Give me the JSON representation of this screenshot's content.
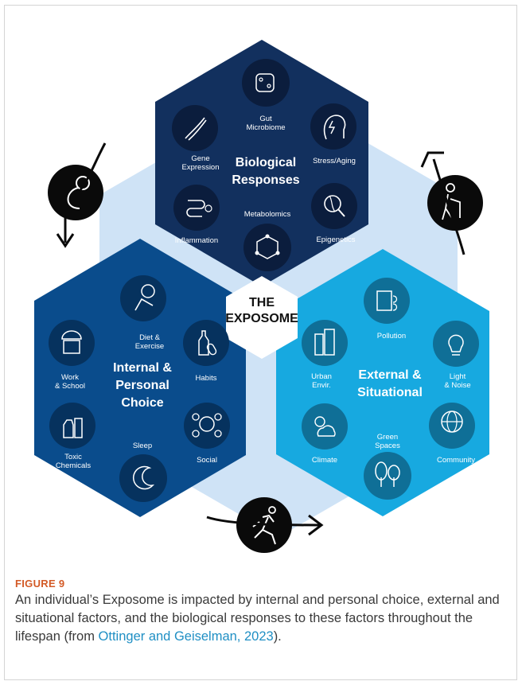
{
  "hub": {
    "line1": "THE",
    "line2": "EXPOSOME"
  },
  "biological": {
    "title1": "Biological",
    "title2": "Responses",
    "color": "#12305e",
    "items": {
      "gut": "Gut Microbiome",
      "gene1": "Gene",
      "gene2": "Expression",
      "stress": "Stress/Aging",
      "metabolomics": "Metabolomics",
      "inflammation": "Inflammation",
      "epigenetics": "Epigenetics"
    }
  },
  "internal": {
    "title1": "Internal &",
    "title2": "Personal",
    "title3": "Choice",
    "color": "#0a4c8c",
    "items": {
      "diet1": "Diet &",
      "diet2": "Exercise",
      "work1": "Work",
      "work2": "& School",
      "habits": "Habits",
      "toxic1": "Toxic",
      "toxic2": "Chemicals",
      "sleep": "Sleep",
      "social": "Social"
    }
  },
  "external": {
    "title1": "External &",
    "title2": "Situational",
    "color": "#17a9e0",
    "items": {
      "pollution": "Pollution",
      "urban1": "Urban",
      "urban2": "Envir.",
      "light1": "Light",
      "light2": "& Noise",
      "green1": "Green",
      "green2": "Spaces",
      "climate": "Climate",
      "community": "Community"
    }
  },
  "caption": {
    "label": "FIGURE 9",
    "text": "An individual’s Exposome is impacted by internal and personal choice, external and situational factors, and the biological responses to these factors throughout the lifespan (from ",
    "citation": "Ottinger and Geiselman, 2023",
    "end": ")."
  }
}
